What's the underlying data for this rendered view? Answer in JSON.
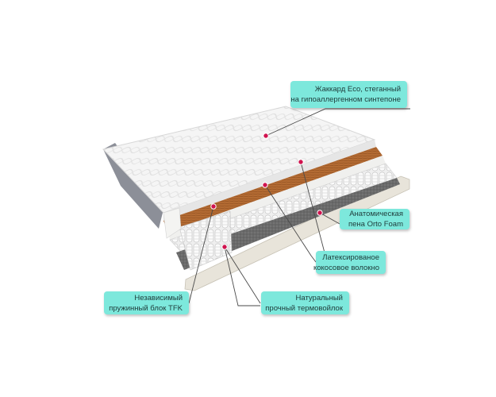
{
  "callouts": {
    "jacquard": {
      "line1": "Жаккард Eco, стеганный",
      "line2": "на гипоаллергенном синтепоне"
    },
    "foam": {
      "line1": "Анатомическая",
      "line2": "пена Orto Foam"
    },
    "coir": {
      "line1": "Латексированое",
      "line2": "кокосовое волокно"
    },
    "spring": {
      "line1": "Независимый",
      "line2": "пружинный блок TFK"
    },
    "felt": {
      "line1": "Натуральный",
      "line2": "прочный термовойлок"
    }
  },
  "colors": {
    "callout_bg": "#7de8dc",
    "marker": "#d0144f",
    "cover": "#f4f4f4",
    "coir": "#b06a32",
    "felt": "#6e6e6e",
    "base": "#e9e6dd"
  }
}
